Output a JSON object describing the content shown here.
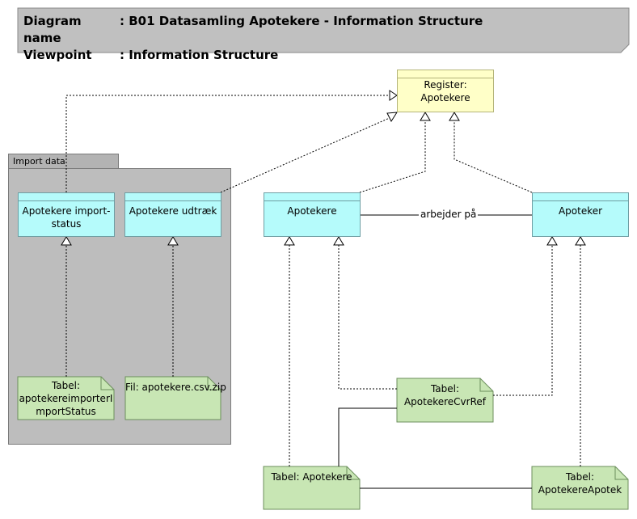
{
  "header": {
    "diagram_name_label": "Diagram name",
    "diagram_name_value": ": B01 Datasamling Apotekere - Information Structure",
    "viewpoint_label": "Viewpoint",
    "viewpoint_value": ": Information Structure"
  },
  "group": {
    "label": "Import data"
  },
  "register": {
    "label": "Register: Apotekere"
  },
  "objects": {
    "import_status": "Apotekere import-status",
    "udtraek": "Apotekere udtræk",
    "apotekere": "Apotekere",
    "apoteker": "Apoteker"
  },
  "relation": {
    "label": "arbejder på"
  },
  "artifacts": {
    "import_status_table_line1": "Tabel:",
    "import_status_table_line2": "apotekereimporterI",
    "import_status_table_line3": "mportStatus",
    "csv_file": "Fil: apotekere.csv.zip",
    "cvrref_line1": "Tabel:",
    "cvrref_line2": "ApotekereCvrRef",
    "apotekere_table": "Tabel: Apotekere",
    "apotek_line1": "Tabel:",
    "apotek_line2": "ApotekereApotek"
  },
  "colors": {
    "business_object_fill": "#b5fbfb",
    "register_fill": "#ffffc8",
    "artifact_fill": "#c8e6b4",
    "header_fill": "#c0c0c0",
    "group_fill": "#bdbdbd"
  }
}
